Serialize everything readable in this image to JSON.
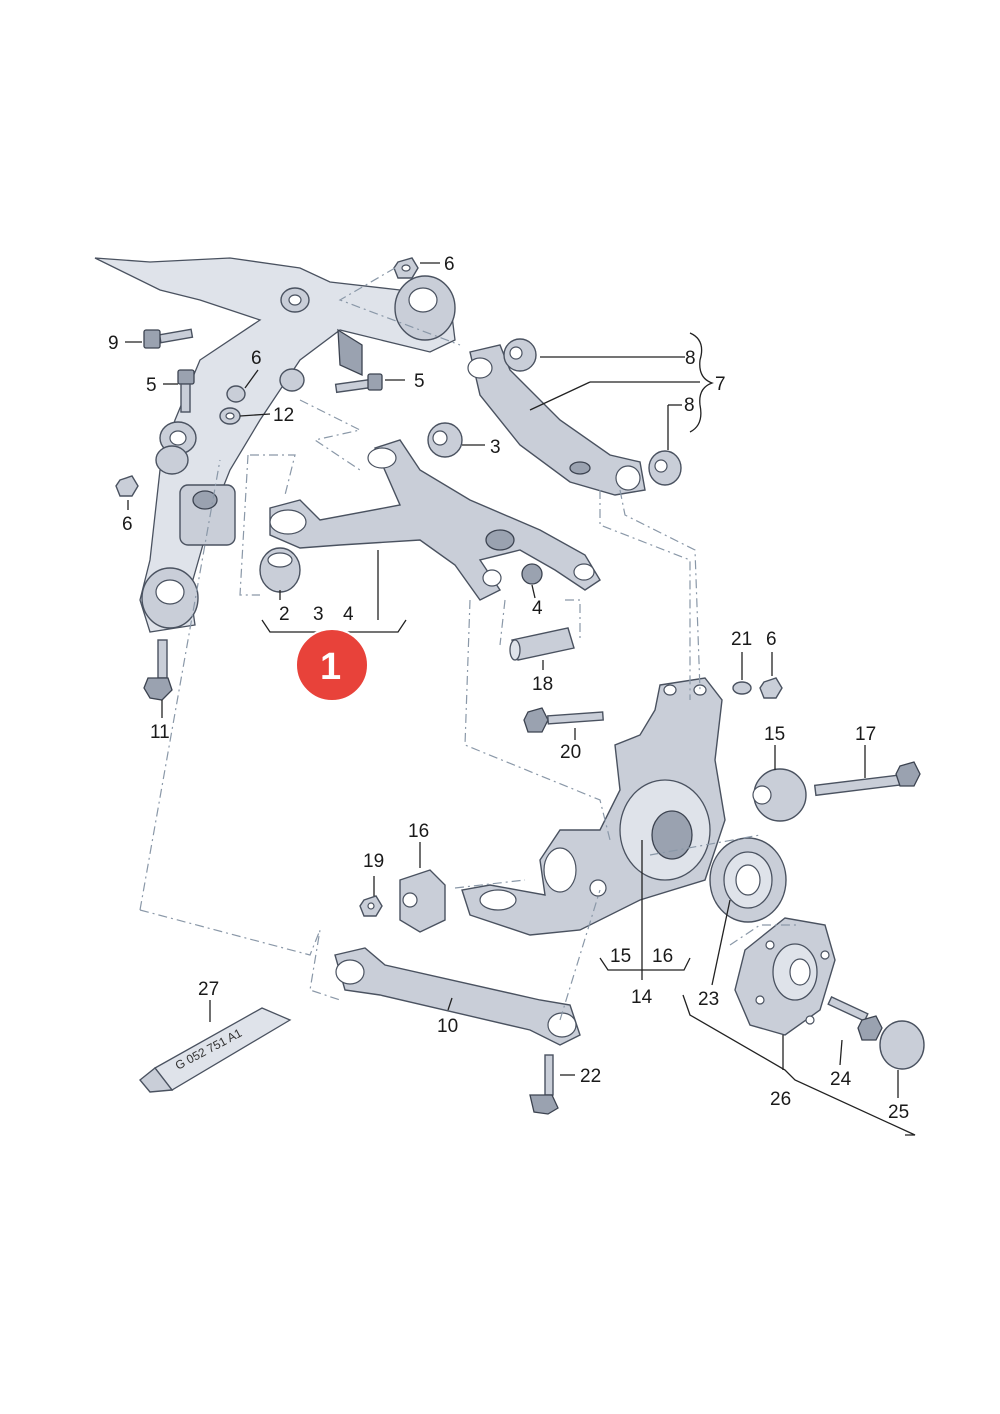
{
  "callouts": {
    "c6a": "6",
    "c9": "9",
    "c6b": "6",
    "c5a": "5",
    "c5b": "5",
    "c12": "12",
    "c6c": "6",
    "c8a": "8",
    "c7": "7",
    "c8b": "8",
    "c3": "3",
    "c2": "2",
    "c3b": "3",
    "c4b": "4",
    "c4": "4",
    "c11": "11",
    "c18": "18",
    "c21": "21",
    "c6d": "6",
    "c20": "20",
    "c15": "15",
    "c17": "17",
    "c16": "16",
    "c19": "19",
    "c15b": "15",
    "c16b": "16",
    "c14": "14",
    "c23": "23",
    "c27": "27",
    "c10": "10",
    "c22": "22",
    "c24": "24",
    "c26": "26",
    "c25": "25"
  },
  "badge": {
    "label": "1",
    "color": "#e8423a"
  },
  "tube_label": "G 052 751 A1"
}
